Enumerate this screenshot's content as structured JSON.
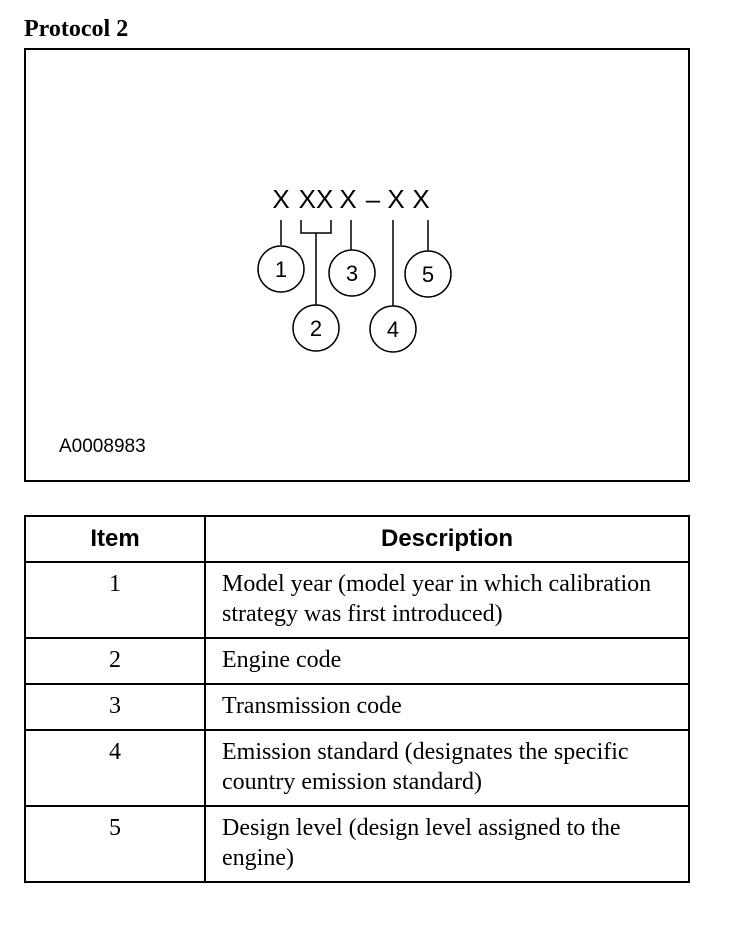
{
  "title": "Protocol 2",
  "figure": {
    "code_parts": [
      "X",
      "XX",
      "X",
      "–",
      "X",
      "X"
    ],
    "callouts": [
      "1",
      "2",
      "3",
      "4",
      "5"
    ],
    "figure_id": "A0008983"
  },
  "table": {
    "headers": {
      "item": "Item",
      "description": "Description"
    },
    "rows": [
      {
        "item": "1",
        "description": "Model year (model year in which calibration strategy was first introduced)"
      },
      {
        "item": "2",
        "description": "Engine code"
      },
      {
        "item": "3",
        "description": "Transmission code"
      },
      {
        "item": "4",
        "description": "Emission standard (designates the specific country emission standard)"
      },
      {
        "item": "5",
        "description": "Design level (design level assigned to the engine)"
      }
    ]
  }
}
